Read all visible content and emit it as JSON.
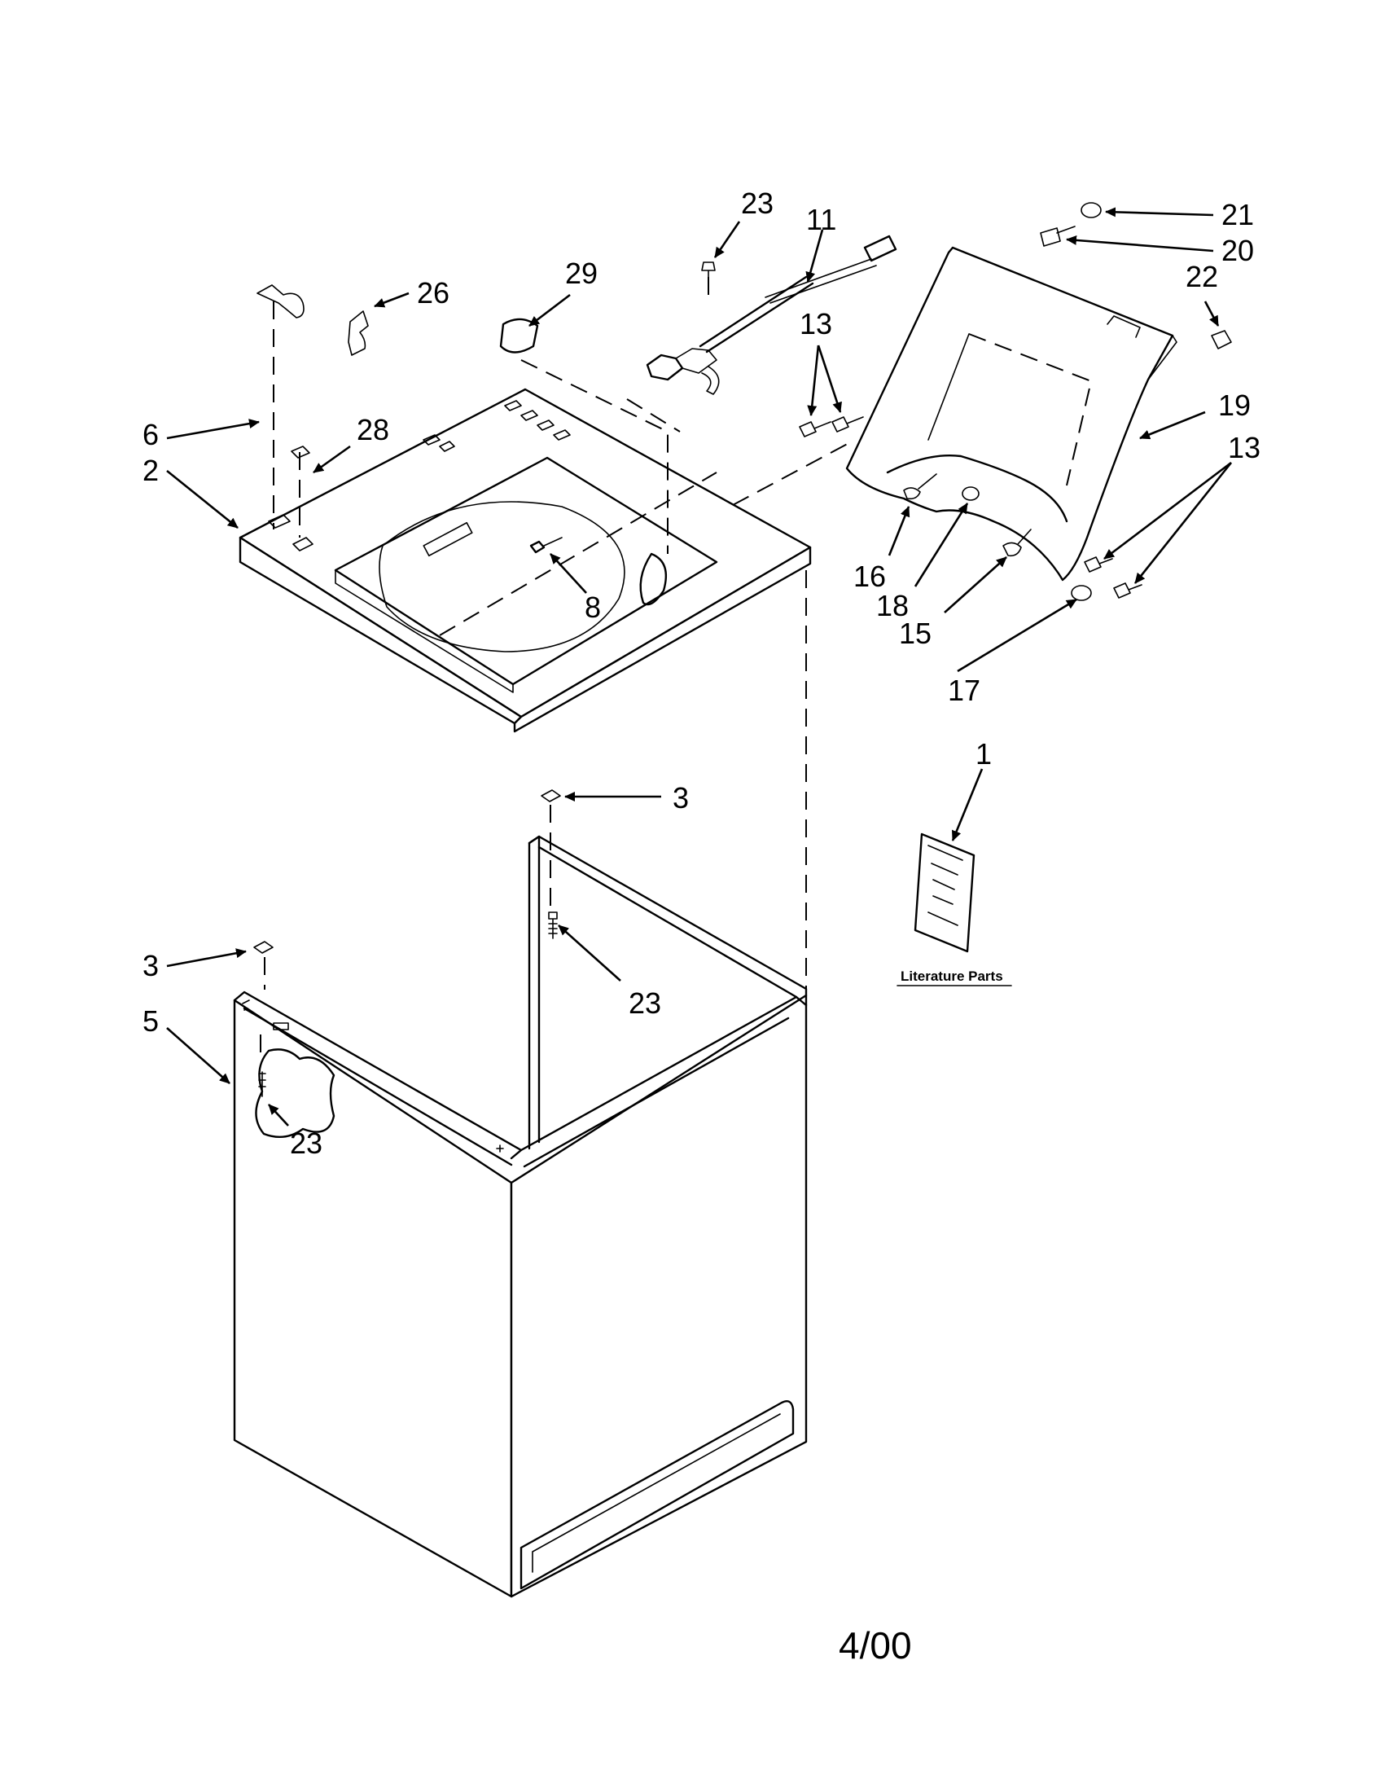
{
  "labels": {
    "p1": "1",
    "p2": "2",
    "p3a": "3",
    "p3b": "3",
    "p5": "5",
    "p6": "6",
    "p8": "8",
    "p11": "11",
    "p13a": "13",
    "p13b": "13",
    "p15": "15",
    "p16": "16",
    "p17": "17",
    "p18": "18",
    "p19": "19",
    "p20": "20",
    "p21": "21",
    "p22": "22",
    "p23a": "23",
    "p23b": "23",
    "p23c": "23",
    "p26": "26",
    "p28": "28",
    "p29": "29"
  },
  "literature_label": "Literature Parts",
  "date_code": "4/00"
}
